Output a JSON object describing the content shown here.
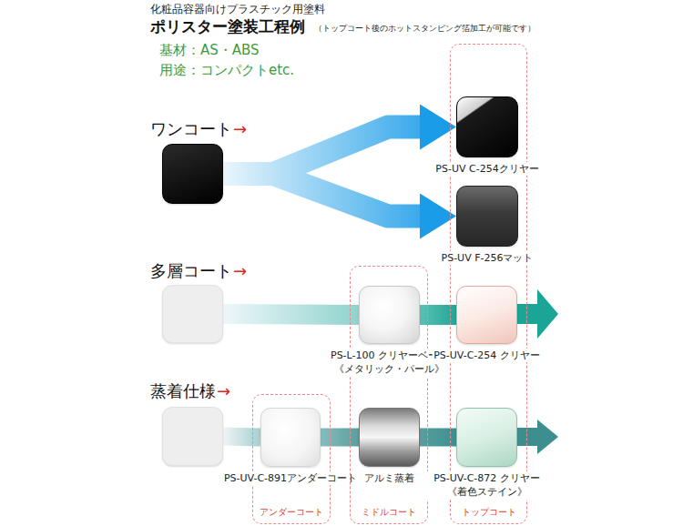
{
  "diagram": {
    "title": "ポリスター塗装工程例",
    "nodes": [
      {
        "text": [
          "アンダーコート"
        ]
      },
      {
        "text": [
          "ミドルコート"
        ]
      },
      {
        "text": [
          "トップコート"
        ]
      },
      {
        "text": []
      },
      {
        "text": [
          "PS-UV C-254クリヤー"
        ],
        "in": 2
      },
      {
        "text": [
          "PS-UV F-256マット"
        ],
        "in": 2
      },
      {
        "text": []
      },
      {
        "text": [
          "PS-L-100 クリヤーベース 《メタリック・パール》"
        ],
        "in": 1
      },
      {
        "text": [
          "PS-UV-C-254 クリヤー"
        ],
        "in": 2
      },
      {
        "text": []
      },
      {
        "text": [
          "PS-UV-C-891アンダーコート"
        ],
        "in": 0
      },
      {
        "text": [
          "アルミ蒸着"
        ],
        "in": 1
      },
      {
        "text": [
          "PS-UV-C-872 クリヤー 《着色ステイン》"
        ],
        "in": 2
      }
    ],
    "edges": [
      {
        "from": 3,
        "to": 4,
        "arrow": "to"
      },
      {
        "from": 3,
        "to": 5,
        "arrow": "to"
      },
      {
        "from": 6,
        "to": 7,
        "arrow": "none"
      },
      {
        "from": 7,
        "to": 8,
        "arrow": "none"
      },
      {
        "from": 9,
        "to": 10,
        "arrow": "none"
      },
      {
        "from": 10,
        "to": 11,
        "arrow": "none"
      },
      {
        "from": 11,
        "to": 12,
        "arrow": "none"
      }
    ],
    "labels": [
      "化粧品容器向けプラスチック用塗料",
      "（トップコート後のホットスタンピング箔加工が可能です）",
      "基材：AS・ABS",
      "用途：コンパクトetc.",
      "ワンコート",
      "→",
      "多層コート",
      "→",
      "蒸着仕様",
      "→"
    ]
  }
}
